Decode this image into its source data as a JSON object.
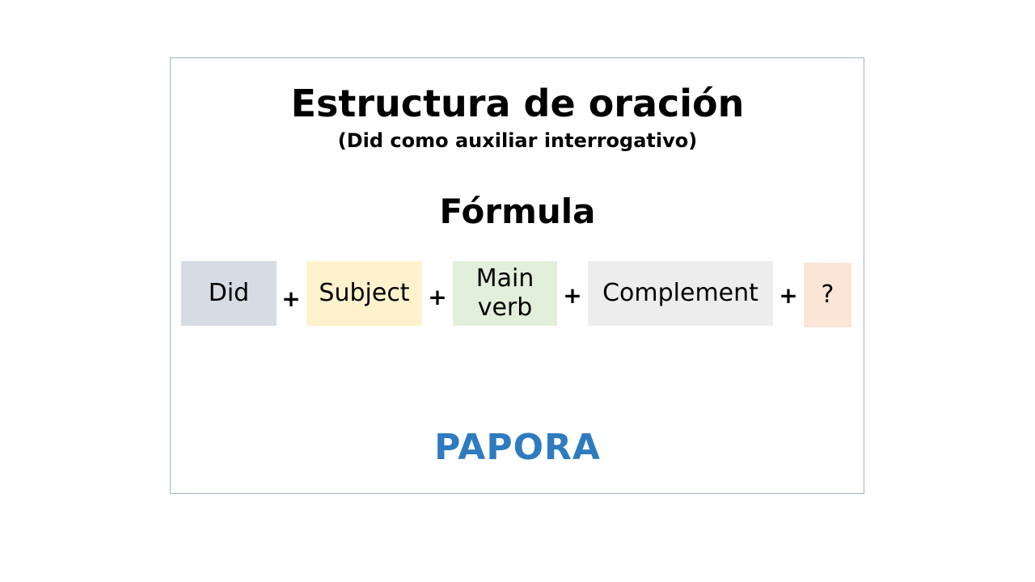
{
  "slide": {
    "title": "Estructura de oración",
    "subtitle": "(Did como auxiliar interrogativo)",
    "formula_heading": "Fórmula"
  },
  "formula": {
    "items": [
      {
        "label": "Did",
        "color": "#d6dce4"
      },
      {
        "label": "Subject",
        "color": "#fff2cc"
      },
      {
        "label": "Main verb",
        "color": "#e2efda"
      },
      {
        "label": "Complement",
        "color": "#ededed"
      },
      {
        "label": "?",
        "color": "#fbe5d6"
      }
    ],
    "operator": "+"
  },
  "brand": {
    "logo_text": "PAPORA",
    "logo_color": "#2e7bc0"
  }
}
